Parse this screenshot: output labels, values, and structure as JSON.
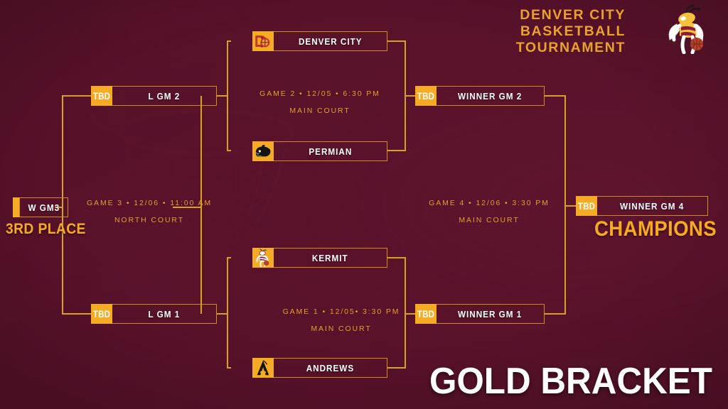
{
  "header": {
    "line1": "DENVER CITY",
    "line2": "BASKETBALL",
    "line3": "TOURNAMENT",
    "logo_icon": "yellowjacket-mascot-icon"
  },
  "footer": {
    "bracket_label": "GOLD BRACKET"
  },
  "colors": {
    "background_maroon": "#63162f",
    "gold": "#f5ab23",
    "gold_text": "#e0a02c",
    "line_gold": "#d8a020",
    "white": "#ffffff"
  },
  "matchups": {
    "l_gm2": {
      "tag": "TBD",
      "name": "L GM 2"
    },
    "l_gm1": {
      "tag": "TBD",
      "name": "L GM 1"
    },
    "w_gm3": {
      "tag": "",
      "name": "W GM3"
    },
    "denver_city": {
      "name": "DENVER CITY",
      "logo_icon": "denver-city-dc-logo-icon"
    },
    "permian": {
      "name": "PERMIAN",
      "logo_icon": "permian-panther-logo-icon"
    },
    "kermit": {
      "name": "KERMIT",
      "logo_icon": "kermit-yellowjacket-logo-icon"
    },
    "andrews": {
      "name": "ANDREWS",
      "logo_icon": "andrews-a-logo-icon"
    },
    "winner_gm2": {
      "tag": "TBD",
      "name": "WINNER GM 2"
    },
    "winner_gm1": {
      "tag": "TBD",
      "name": "WINNER GM 1"
    },
    "winner_gm4": {
      "tag": "TBD",
      "name": "WINNER GM 4"
    }
  },
  "games": {
    "game1": {
      "line1": "GAME 1 • 12/05• 3:30 PM",
      "line2": "MAIN COURT"
    },
    "game2": {
      "line1": "GAME 2 • 12/05 • 6:30 PM",
      "line2": "MAIN COURT"
    },
    "game3": {
      "line1": "GAME 3 • 12/06 • 11:00 AM",
      "line2": "NORTH COURT"
    },
    "game4": {
      "line1": "GAME 4 • 12/06 • 3:30 PM",
      "line2": "MAIN COURT"
    }
  },
  "labels": {
    "third_place": "3RD PLACE",
    "champions": "CHAMPIONS"
  }
}
